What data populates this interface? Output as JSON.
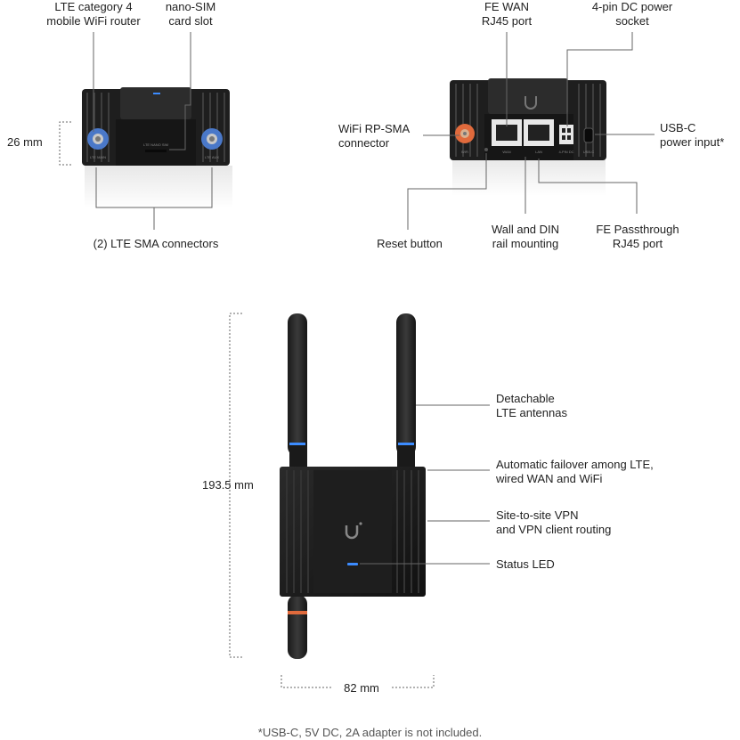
{
  "labels": {
    "lte_router": [
      "LTE category 4",
      "mobile WiFi router"
    ],
    "nano_sim": [
      "nano-SIM",
      "card slot"
    ],
    "depth": "26 mm",
    "lte_sma": "(2) LTE SMA connectors",
    "fe_wan": [
      "FE WAN",
      "RJ45 port"
    ],
    "dc_power": [
      "4-pin DC power",
      "socket"
    ],
    "wifi_sma": [
      "WiFi RP-SMA",
      "connector"
    ],
    "usb_c": [
      "USB-C",
      "power input*"
    ],
    "reset": "Reset button",
    "wall_din": [
      "Wall and DIN",
      "rail mounting"
    ],
    "fe_pass": [
      "FE Passthrough",
      "RJ45 port"
    ],
    "height": "193.5 mm",
    "antennas": [
      "Detachable",
      "LTE antennas"
    ],
    "failover": [
      "Automatic failover among LTE,",
      "wired WAN and WiFi"
    ],
    "vpn": [
      "Site-to-site VPN",
      "and VPN client routing"
    ],
    "status_led": "Status LED",
    "width": "82 mm"
  },
  "device_print": {
    "port_left": "LTE MAIN",
    "port_right": "LTE AUX",
    "sim": "LTE NANO SIM",
    "wifi": "WiFi",
    "wan": "WAN",
    "lan": "LAN",
    "dc": "4-PIN DC",
    "usb": "USB-C"
  },
  "footnote": "*USB-C, 5V DC, 2A adapter is not included.",
  "colors": {
    "led_blue": "#3c8cff",
    "sma_blue": "#4a78c8",
    "wifi_orange": "#e06a3c",
    "device": "#1c1c1c"
  }
}
